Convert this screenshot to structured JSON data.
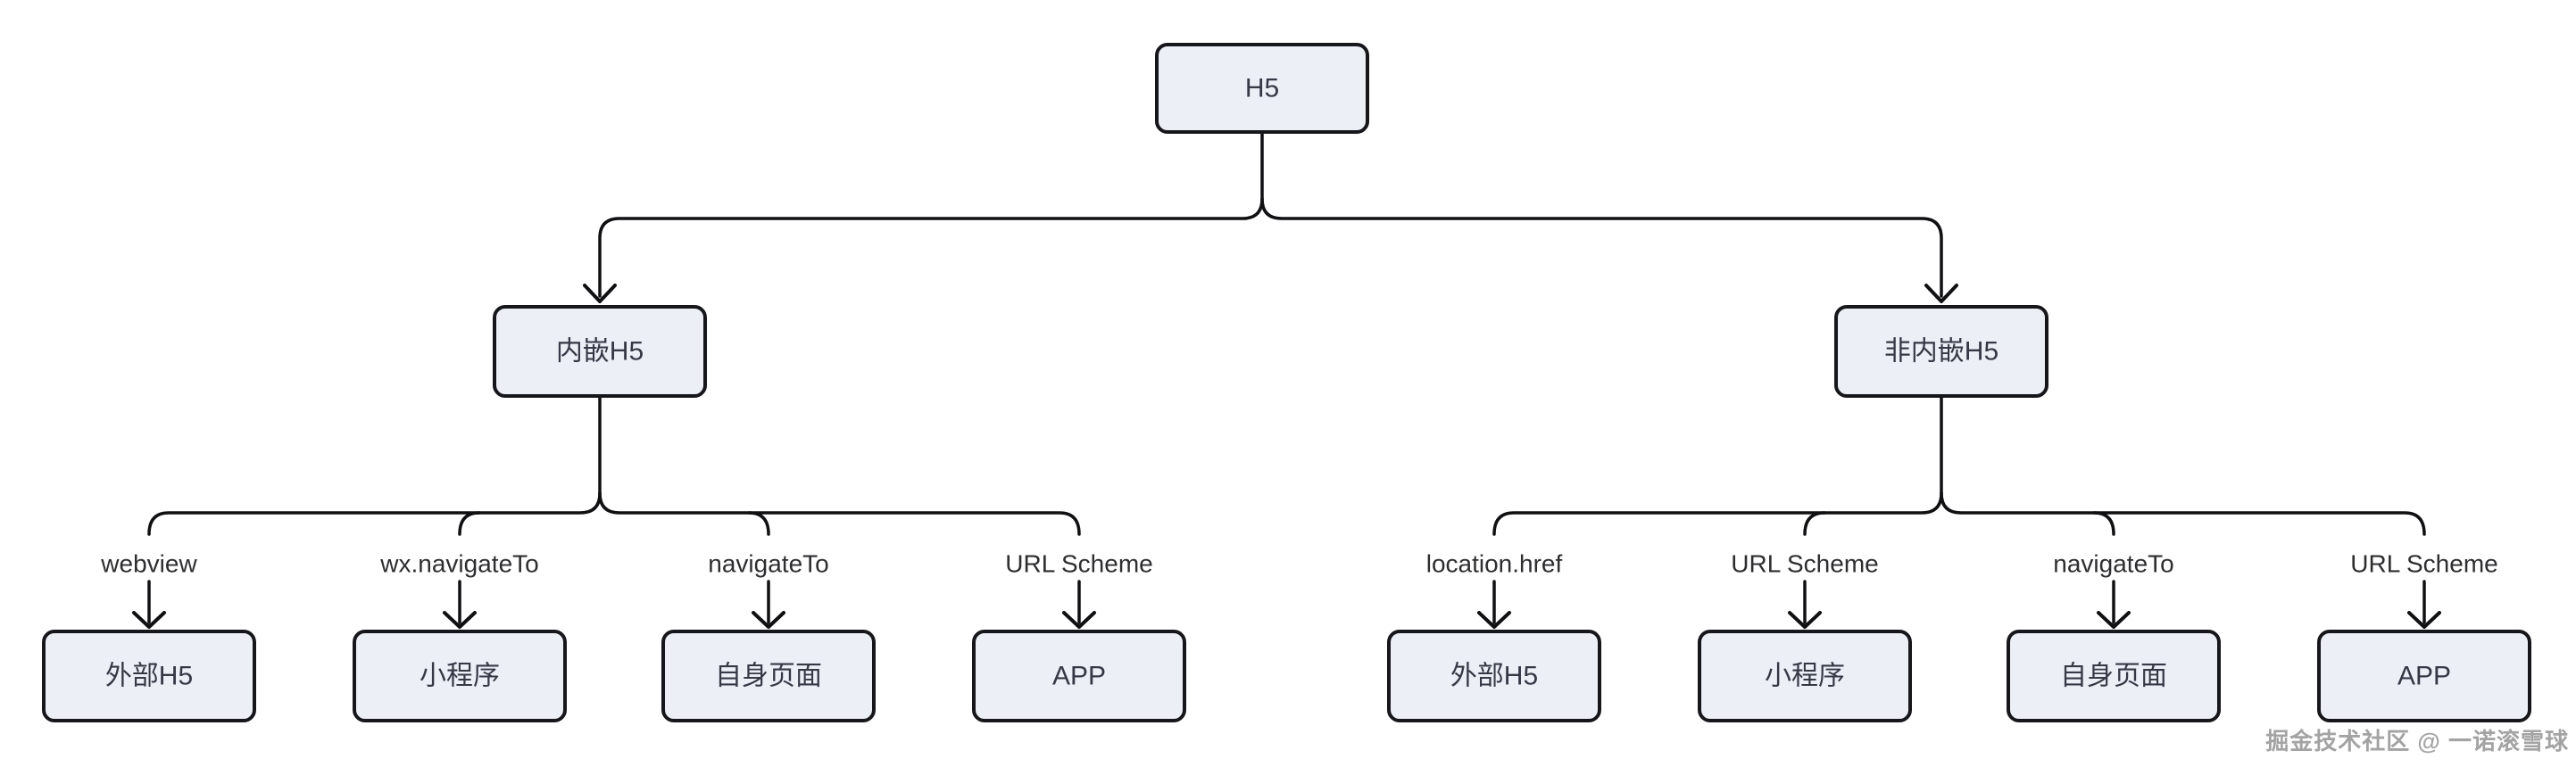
{
  "diagram": {
    "root": {
      "label": "H5"
    },
    "branches": [
      {
        "label": "内嵌H5",
        "children": [
          {
            "edge_label": "webview",
            "label": "外部H5"
          },
          {
            "edge_label": "wx.navigateTo",
            "label": "小程序"
          },
          {
            "edge_label": "navigateTo",
            "label": "自身页面"
          },
          {
            "edge_label": "URL Scheme",
            "label": "APP"
          }
        ]
      },
      {
        "label": "非内嵌H5",
        "children": [
          {
            "edge_label": "location.href",
            "label": "外部H5"
          },
          {
            "edge_label": "URL Scheme",
            "label": "小程序"
          },
          {
            "edge_label": "navigateTo",
            "label": "自身页面"
          },
          {
            "edge_label": "URL Scheme",
            "label": "APP"
          }
        ]
      }
    ]
  },
  "watermark": {
    "text": "掘金技术社区 @ 一诺滚雪球"
  },
  "colors": {
    "background": "#ffffff",
    "node_fill": "#edeff7",
    "node_border": "#17171b",
    "connector": "#101013",
    "node_text": "#343945",
    "edge_label_text": "#2e2e31",
    "watermark_text": "#a3a3a3",
    "watermark_shadow": "#ffffff"
  }
}
